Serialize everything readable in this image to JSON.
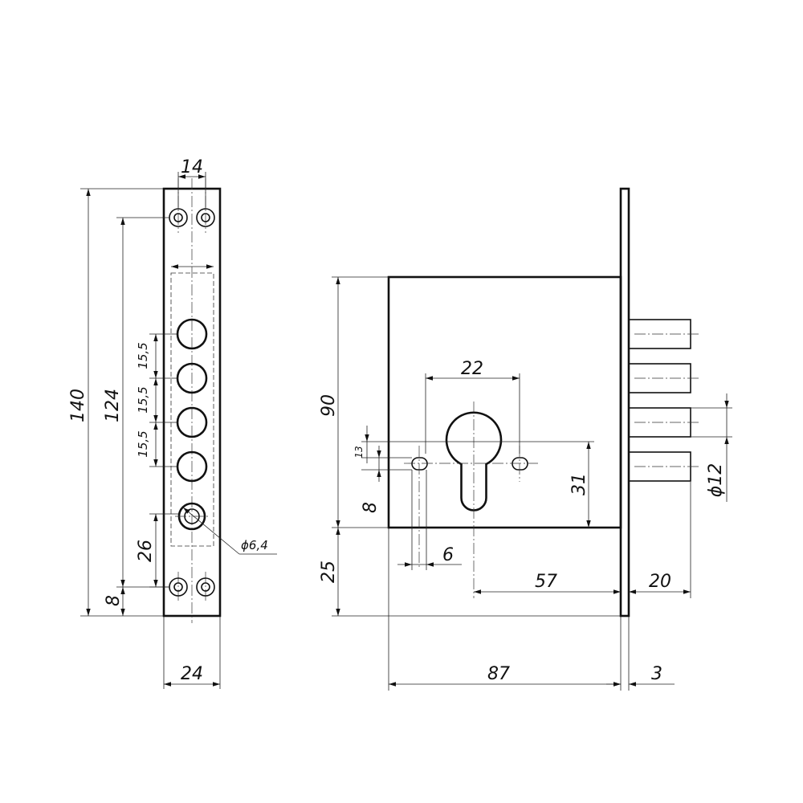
{
  "front_view": {
    "dimensions": {
      "d14": "14",
      "d140": "140",
      "d124": "124",
      "d15_5_a": "15,5",
      "d15_5_b": "15,5",
      "d15_5_c": "15,5",
      "d26": "26",
      "d8": "8",
      "d24": "24",
      "d_phi_6_4": "ϕ6,4"
    }
  },
  "side_view": {
    "dimensions": {
      "d90": "90",
      "d22": "22",
      "d13": "13",
      "d8": "8",
      "d31": "31",
      "d6": "6",
      "d25": "25",
      "d57": "57",
      "d20": "20",
      "d87": "87",
      "d3": "3",
      "d_phi_12": "ϕ12"
    }
  }
}
